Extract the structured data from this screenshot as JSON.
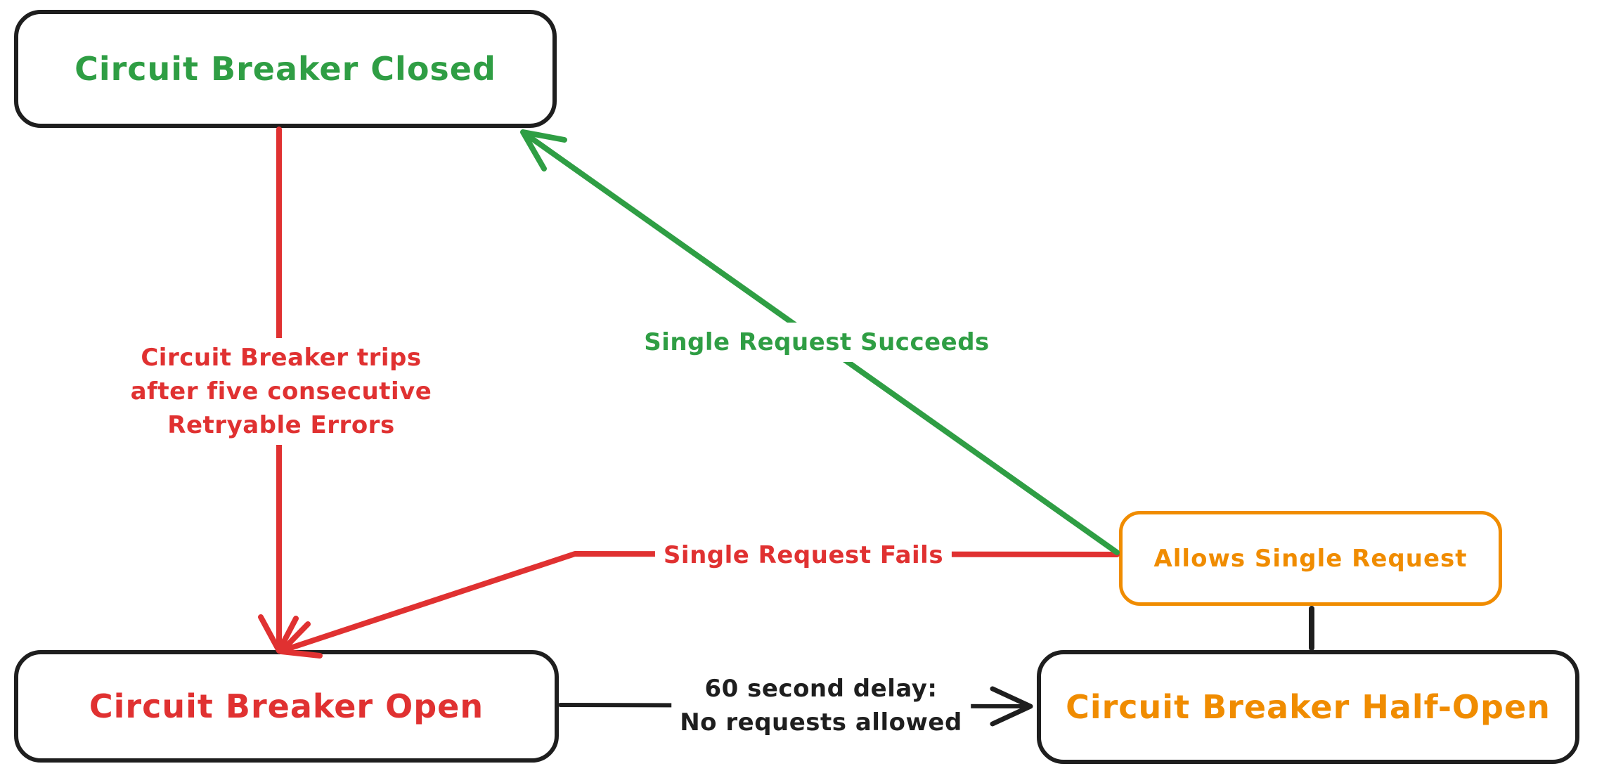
{
  "colors": {
    "green": "#2f9e44",
    "red": "#e03131",
    "orange": "#f08c00",
    "ink": "#1e1e1e",
    "canvas": "#ffffff"
  },
  "states": {
    "closed": {
      "label": "Circuit Breaker Closed"
    },
    "open": {
      "label": "Circuit Breaker Open"
    },
    "half_open": {
      "label": "Circuit Breaker Half-Open"
    },
    "allows_single_request": {
      "label": "Allows Single Request"
    }
  },
  "transitions": {
    "closed_to_open": {
      "lines": [
        "Circuit Breaker trips",
        "after five consecutive",
        "Retryable Errors"
      ]
    },
    "half_open_to_closed": {
      "label": "Single Request Succeeds"
    },
    "half_open_to_open": {
      "label": "Single Request Fails"
    },
    "open_to_half_open": {
      "lines": [
        "60 second delay:",
        "No requests allowed"
      ]
    }
  }
}
